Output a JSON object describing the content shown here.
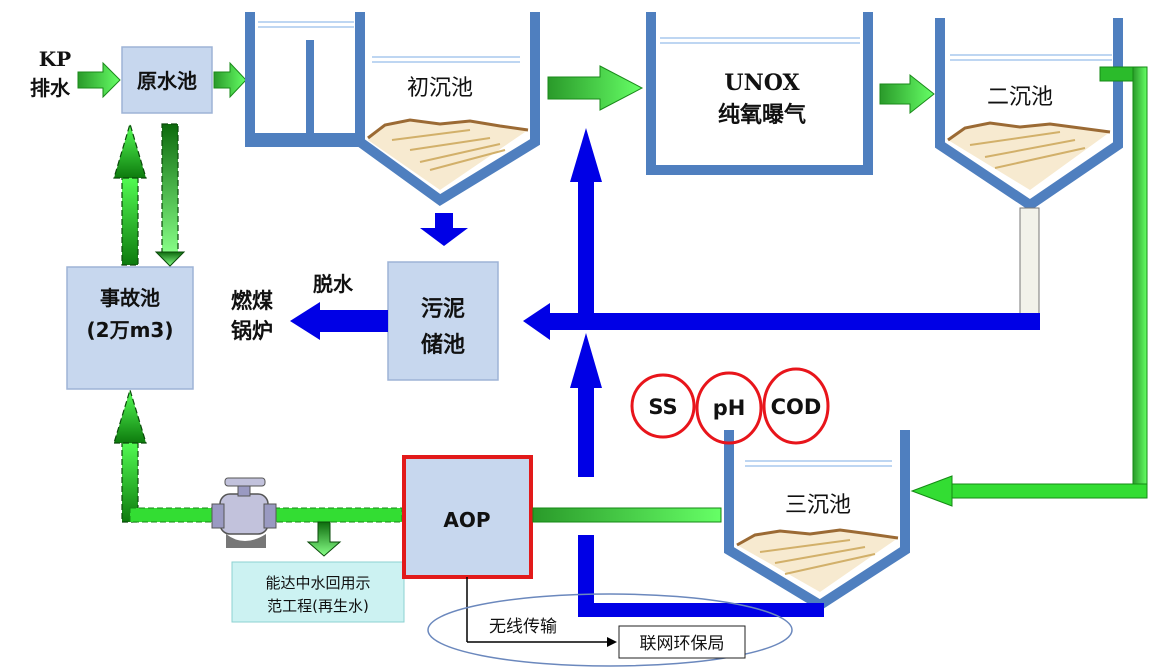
{
  "labels": {
    "kp_line1": "KP",
    "kp_line2": "排水",
    "raw_water_pool": "原水池",
    "primary_clarifier": "初沉池",
    "unox_line1": "UNOX",
    "unox_line2": "纯氧曝气",
    "secondary_clarifier": "二沉池",
    "accident_pool_line1": "事故池",
    "accident_pool_line2": "(2万m3)",
    "dewatering": "脱水",
    "coal_boiler_line1": "燃煤",
    "coal_boiler_line2": "锅炉",
    "sludge_tank_line1": "污泥",
    "sludge_tank_line2": "储池",
    "tertiary_clarifier": "三沉池",
    "aop": "AOP",
    "reuse_line1": "能达中水回用示",
    "reuse_line2": "范工程(再生水)",
    "wireless": "无线传输",
    "epb": "联网环保局"
  },
  "indicators": [
    "SS",
    "pH",
    "COD"
  ],
  "colors": {
    "green": "#33dd33",
    "dark_green": "#1f8a1f",
    "blue": "#0000e6",
    "tank_wall": "#4f7fbf",
    "box_fill": "#c7d7ee",
    "box_stroke": "#9db3d6",
    "indicator_red": "#e8151b",
    "sludge_brown": "#9b6a34"
  }
}
